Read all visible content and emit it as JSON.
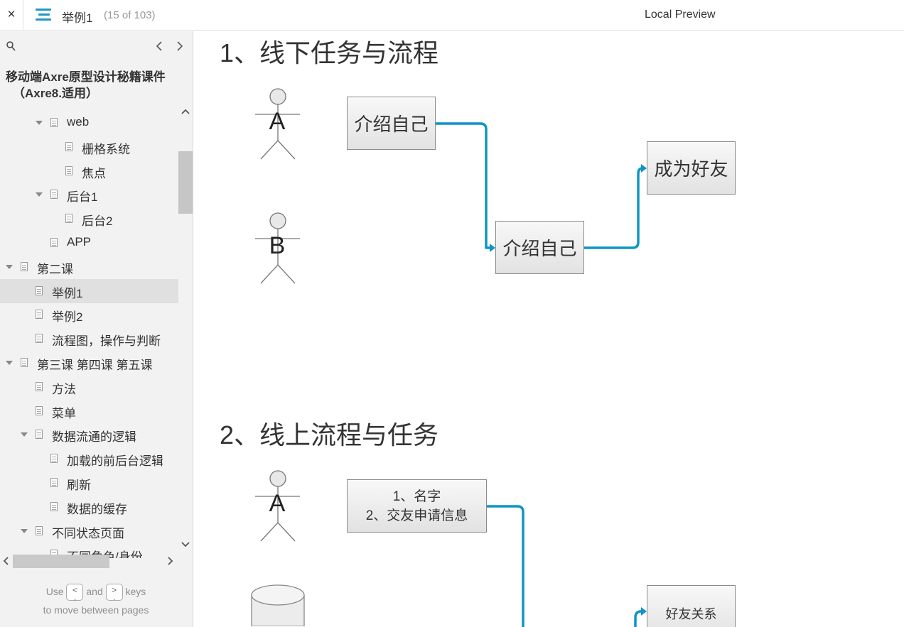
{
  "topbar": {
    "close_glyph": "×",
    "page_name": "举例1",
    "page_count": "(15 of 103)",
    "preview_title": "Local Preview"
  },
  "sidebar": {
    "project_title_line1": "移动端Axre原型设计秘籍课件",
    "project_title_line2": "（Axre8.适用）",
    "tree": [
      {
        "label": "web",
        "expanded": true
      },
      {
        "label": "栅格系统"
      },
      {
        "label": "焦点"
      },
      {
        "label": "后台1",
        "expanded": true
      },
      {
        "label": "后台2"
      },
      {
        "label": "APP"
      },
      {
        "label": "第二课",
        "expanded": true
      },
      {
        "label": "举例1",
        "selected": true
      },
      {
        "label": "举例2"
      },
      {
        "label": "流程图，操作与判断"
      },
      {
        "label": "第三课 第四课 第五课",
        "expanded": true
      },
      {
        "label": "方法"
      },
      {
        "label": "菜单"
      },
      {
        "label": "数据流通的逻辑",
        "expanded": true
      },
      {
        "label": "加载的前后台逻辑"
      },
      {
        "label": "刷新"
      },
      {
        "label": "数据的缓存"
      },
      {
        "label": "不同状态页面",
        "expanded": true
      },
      {
        "label": "不同角色/身份"
      }
    ],
    "hint": {
      "use": "Use",
      "prev_key": "<\n,",
      "and": "and",
      "next_key": ">\n.",
      "keys": "keys",
      "line2": "to move between pages"
    }
  },
  "canvas": {
    "heading1": "1、线下任务与流程",
    "heading2": "2、线上流程与任务",
    "actor_a1": "A",
    "actor_b1": "B",
    "actor_a2": "A",
    "box_intro_1": "介绍自己",
    "box_intro_2": "介绍自己",
    "box_friends": "成为好友",
    "box_request": "1、名字\n2、交友申请信息",
    "box_relation": "好友关系"
  },
  "colors": {
    "accent": "#1e97c8",
    "connector": "#0f94c6",
    "sidebar_bg": "#f2f2f2",
    "selected_bg": "#e0e0e0"
  }
}
